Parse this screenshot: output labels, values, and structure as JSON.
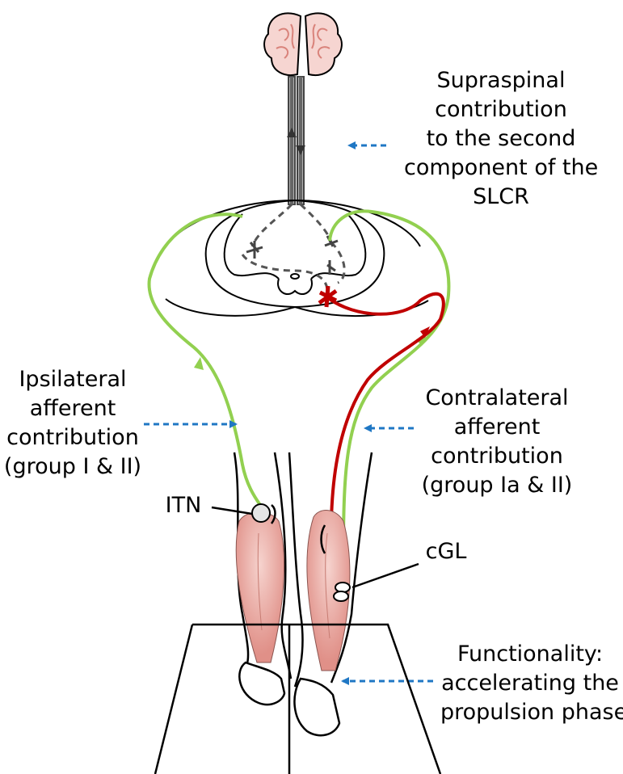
{
  "labels": {
    "supraspinal": [
      "Supraspinal",
      "contribution",
      "to the second",
      "component of the",
      "SLCR"
    ],
    "ipsilateral": [
      "Ipsilateral",
      "afferent",
      "contribution",
      "(group I & II)"
    ],
    "contralateral": [
      "Contralateral",
      "afferent",
      "contribution",
      "(group Ia & II)"
    ],
    "itn": "ITN",
    "cgl": "cGL",
    "functionality": [
      "Functionality:",
      "accelerating the",
      "propulsion phase"
    ]
  },
  "colors": {
    "afferent": "#92d050",
    "motor": "#c00000",
    "arrow": "#1f77c4",
    "muscle": "#e8a69e",
    "brain": "#f4c7c3",
    "outline": "#000000",
    "interneuron": "#555555"
  }
}
